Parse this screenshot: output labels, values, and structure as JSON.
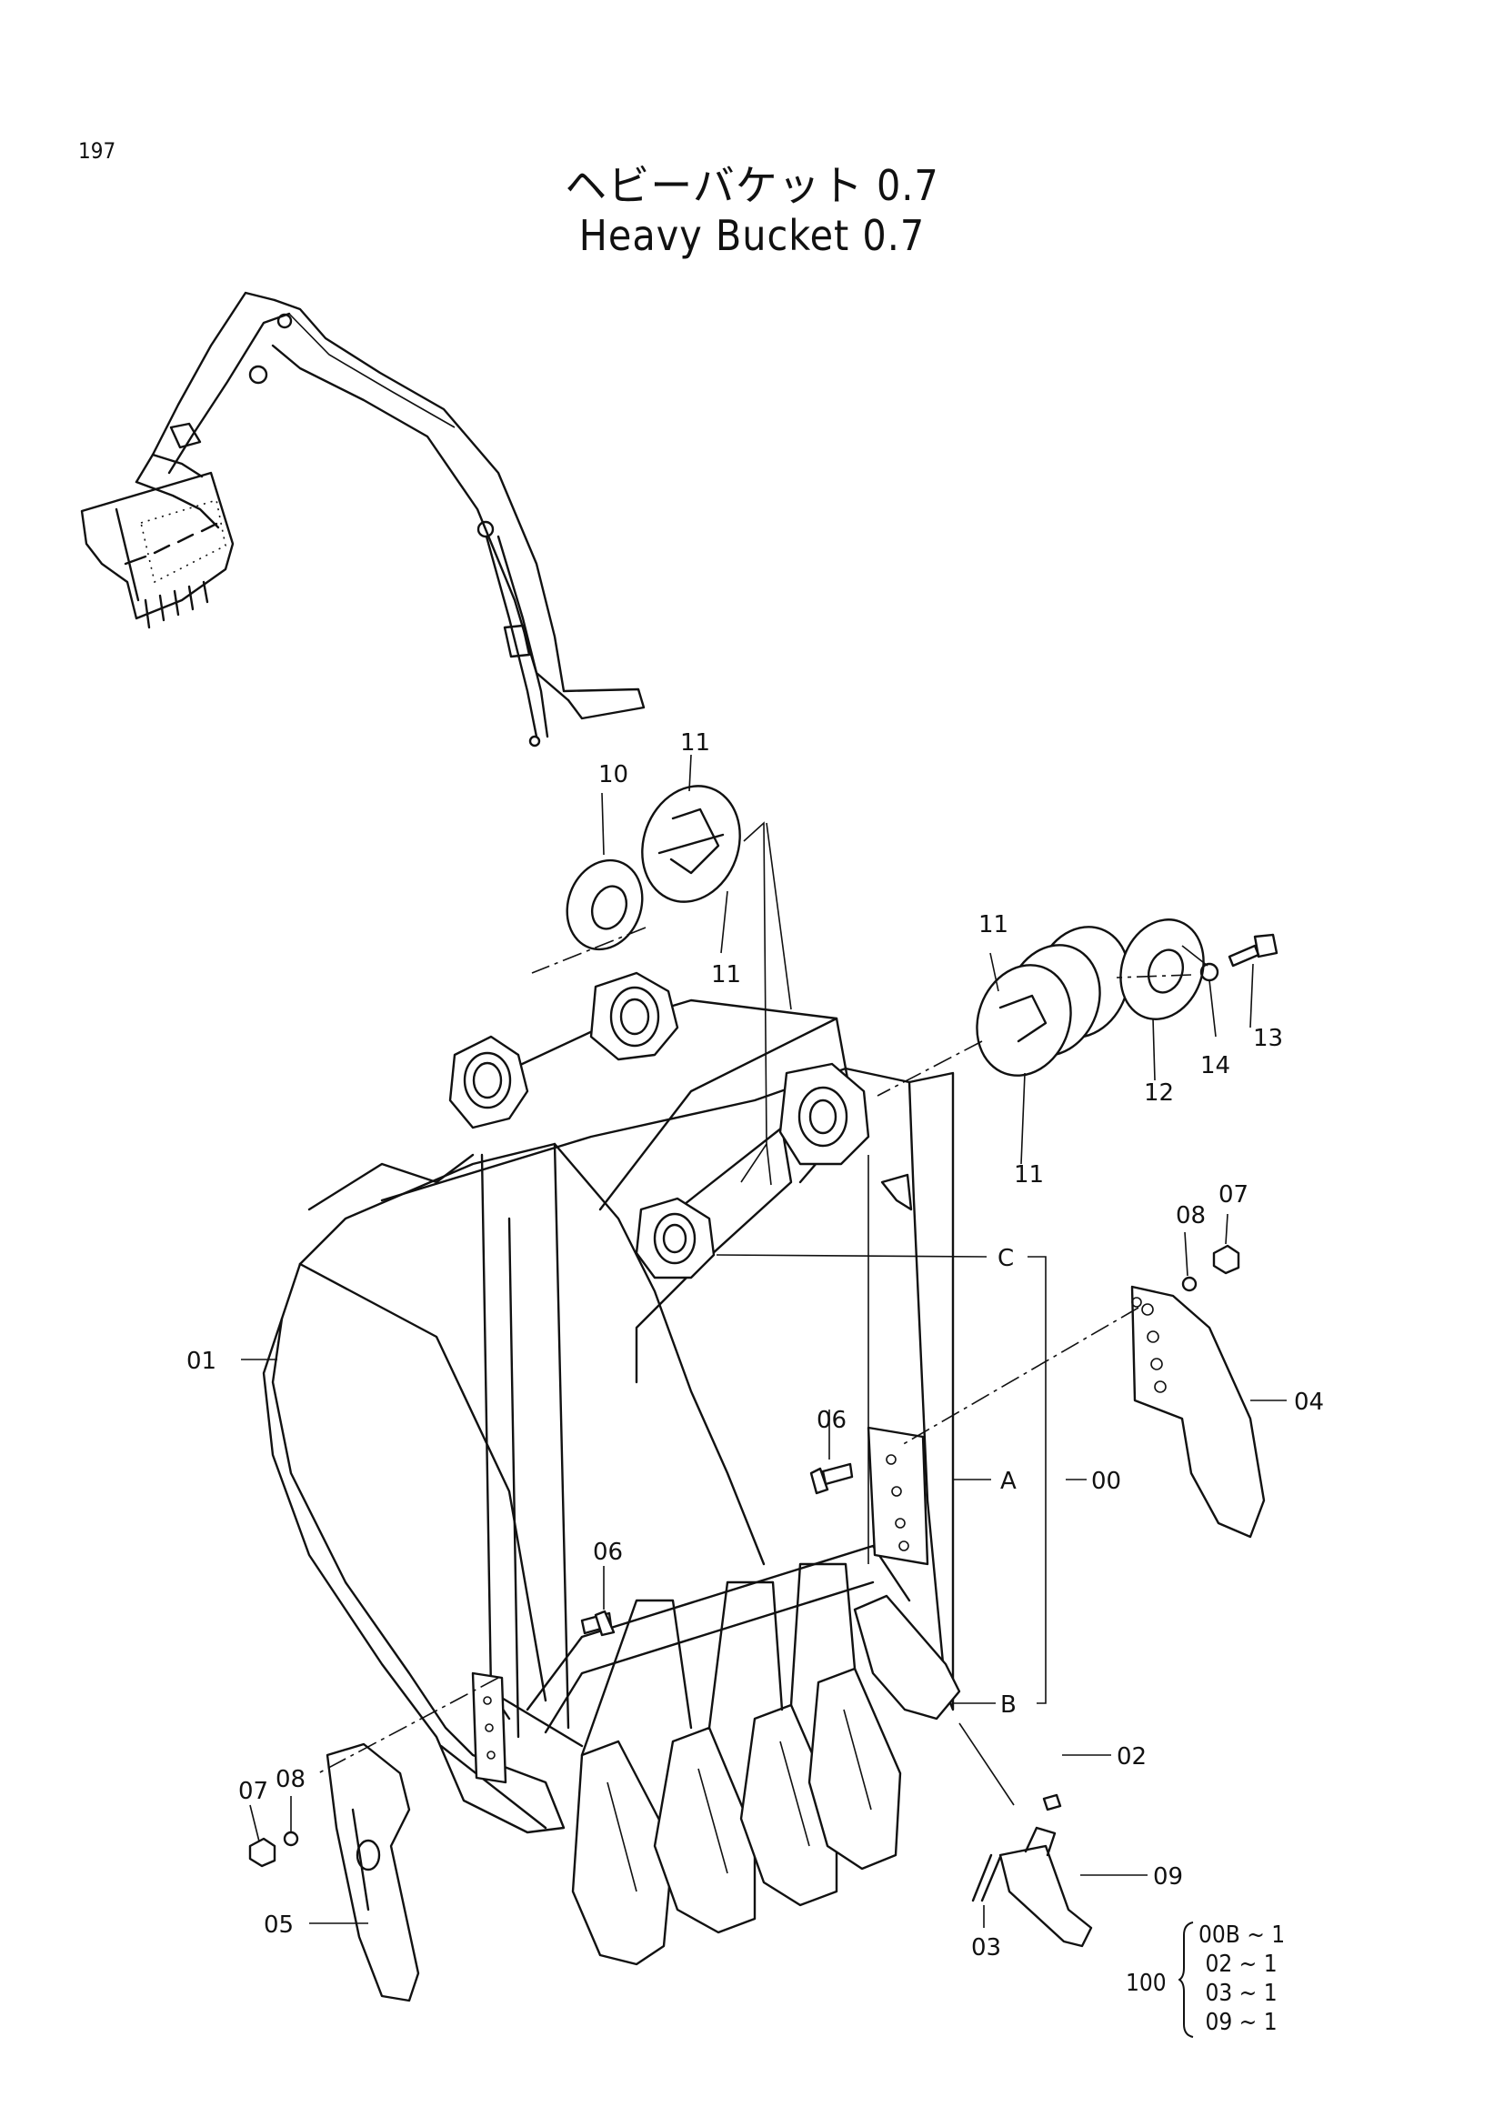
{
  "page": {
    "number": "197"
  },
  "title": {
    "japanese": "ヘビーバケット 0.7",
    "english": "Heavy Bucket 0.7"
  },
  "labels": {
    "p00": "00",
    "p01": "01",
    "p02": "02",
    "p03": "03",
    "p04": "04",
    "p05": "05",
    "p06a": "06",
    "p06b": "06",
    "p07a": "07",
    "p07b": "07",
    "p08a": "08",
    "p08b": "08",
    "p09": "09",
    "p10": "10",
    "p11a": "11",
    "p11b": "11",
    "p11c": "11",
    "p11d": "11",
    "p12": "12",
    "p13": "13",
    "p14": "14",
    "refA": "A",
    "refB": "B",
    "refC": "C"
  },
  "kit": {
    "quantity_label": "100",
    "items": [
      {
        "part": "00B",
        "sep": "~",
        "qty": "1"
      },
      {
        "part": "02",
        "sep": "~",
        "qty": "1"
      },
      {
        "part": "03",
        "sep": "~",
        "qty": "1"
      },
      {
        "part": "09",
        "sep": "~",
        "qty": "1"
      }
    ]
  }
}
